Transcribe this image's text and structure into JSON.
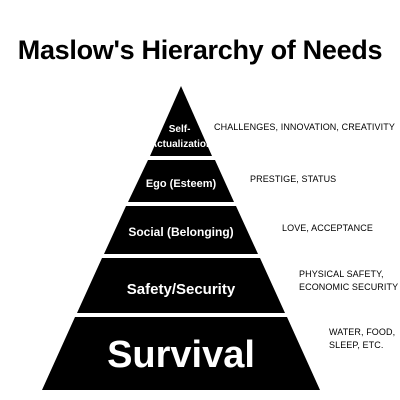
{
  "title": "Maslow's Hierarchy of Needs",
  "colors": {
    "fill": "#000000",
    "text": "#ffffff",
    "background": "#ffffff"
  },
  "levels": [
    {
      "label_lines": [
        "Self-",
        "Actualization"
      ],
      "description_lines": [
        "CHALLENGES, INNOVATION, CREATIVITY"
      ]
    },
    {
      "label_lines": [
        "Ego (Esteem)"
      ],
      "description_lines": [
        "PRESTIGE, STATUS"
      ]
    },
    {
      "label_lines": [
        "Social (Belonging)"
      ],
      "description_lines": [
        "LOVE, ACCEPTANCE"
      ]
    },
    {
      "label_lines": [
        "Safety/Security"
      ],
      "description_lines": [
        "PHYSICAL SAFETY,",
        "ECONOMIC SECURITY"
      ]
    },
    {
      "label_lines": [
        "Survival"
      ],
      "description_lines": [
        "WATER, FOOD,",
        "SLEEP, ETC."
      ]
    }
  ]
}
